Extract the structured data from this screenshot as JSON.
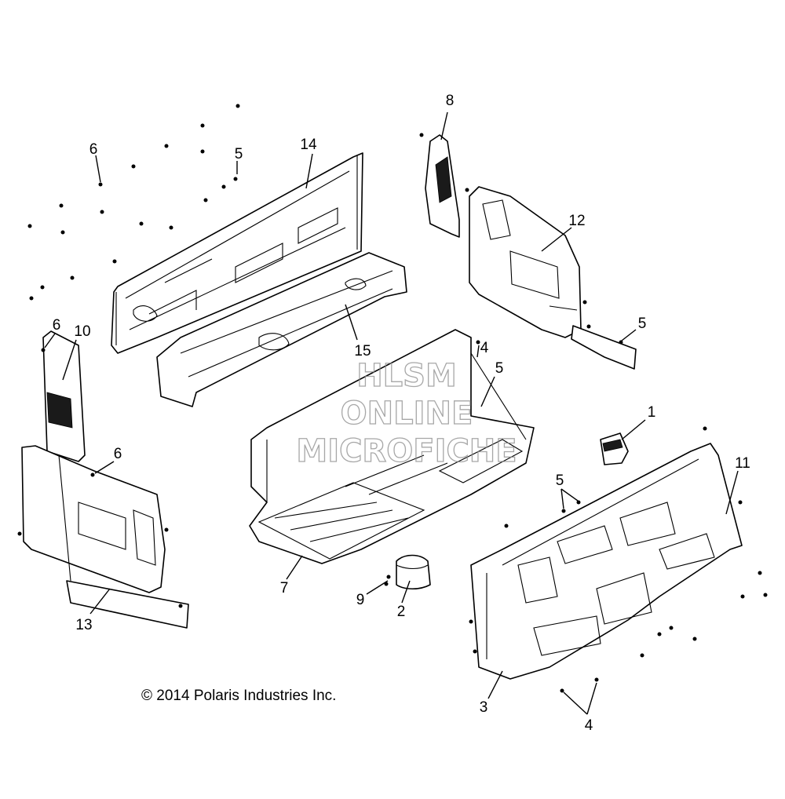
{
  "diagram": {
    "copyright": "© 2014 Polaris Industries Inc.",
    "watermark": [
      "HLSM",
      "ONLINE",
      "MICROFICHE"
    ],
    "callouts": [
      {
        "id": "c1",
        "label": "1"
      },
      {
        "id": "c2",
        "label": "2"
      },
      {
        "id": "c3",
        "label": "3"
      },
      {
        "id": "c4a",
        "label": "4"
      },
      {
        "id": "c4b",
        "label": "4"
      },
      {
        "id": "c5a",
        "label": "5"
      },
      {
        "id": "c5b",
        "label": "5"
      },
      {
        "id": "c5c",
        "label": "5"
      },
      {
        "id": "c5d",
        "label": "5"
      },
      {
        "id": "c6a",
        "label": "6"
      },
      {
        "id": "c6b",
        "label": "6"
      },
      {
        "id": "c6c",
        "label": "6"
      },
      {
        "id": "c7",
        "label": "7"
      },
      {
        "id": "c8",
        "label": "8"
      },
      {
        "id": "c9",
        "label": "9"
      },
      {
        "id": "c10",
        "label": "10"
      },
      {
        "id": "c11",
        "label": "11"
      },
      {
        "id": "c12",
        "label": "12"
      },
      {
        "id": "c13",
        "label": "13"
      },
      {
        "id": "c14",
        "label": "14"
      },
      {
        "id": "c15",
        "label": "15"
      }
    ]
  }
}
